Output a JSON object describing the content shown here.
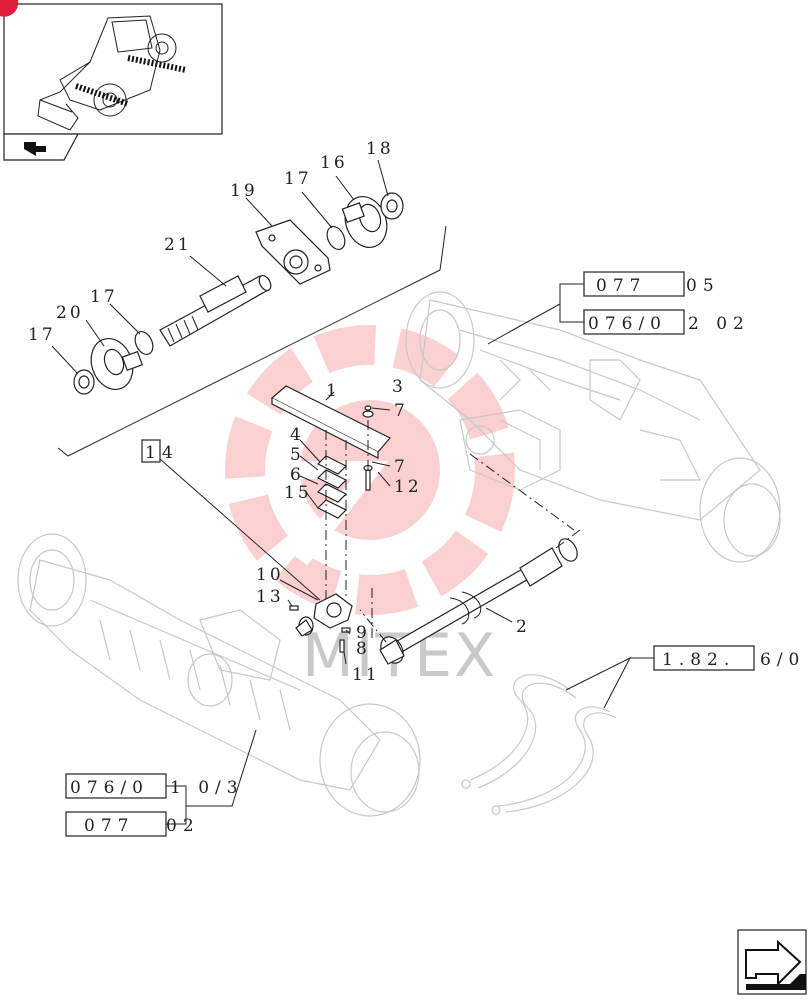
{
  "callouts": {
    "c1": "1",
    "c2": "2",
    "c3": "3",
    "c4": "4",
    "c5": "5",
    "c6": "6",
    "c7a": "7",
    "c7b": "7",
    "c8": "8",
    "c9": "9",
    "c10": "10",
    "c11": "11",
    "c12": "12",
    "c13": "13",
    "c15": "15",
    "c16": "16",
    "c17a": "17",
    "c17b": "17",
    "c17c": "17",
    "c18": "18",
    "c19": "19",
    "c20": "20",
    "c21": "21"
  },
  "refs": {
    "r077_05_box": "077",
    "r077_05_tail": "05",
    "r076_02_box": "076/0",
    "r076_02_tail": "2 02",
    "r14_box": "1",
    "r14_tail": "4",
    "r182_box": "1.82.",
    "r182_tail": "6/0",
    "r076_03_box": "076/0",
    "r076_03_tail": "1 0/3",
    "r077_02_box": "077",
    "r077_02_tail": "02"
  },
  "watermark": "MITEX",
  "icons": {
    "thumbnail": "loader-thumbnail",
    "nav_back": "back-arrow-icon",
    "nav_next": "next-page-icon"
  },
  "colors": {
    "watermark": "#f25a5a",
    "ink": "#222222",
    "ghost": "#c8c8c8"
  }
}
